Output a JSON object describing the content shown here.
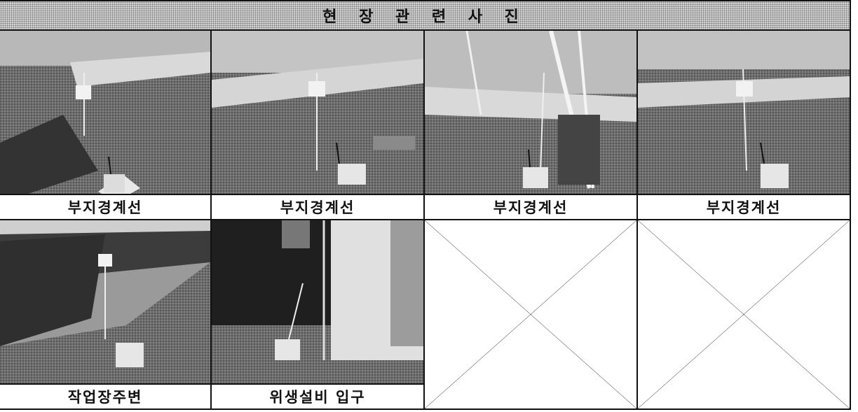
{
  "header": {
    "title": "현 장 관 련 사 진"
  },
  "photos": [
    {
      "caption": "부지경계선"
    },
    {
      "caption": "부지경계선"
    },
    {
      "caption": "부지경계선"
    },
    {
      "caption": "부지경계선"
    },
    {
      "caption": "작업장주변"
    },
    {
      "caption": "위생설비 입구"
    }
  ]
}
